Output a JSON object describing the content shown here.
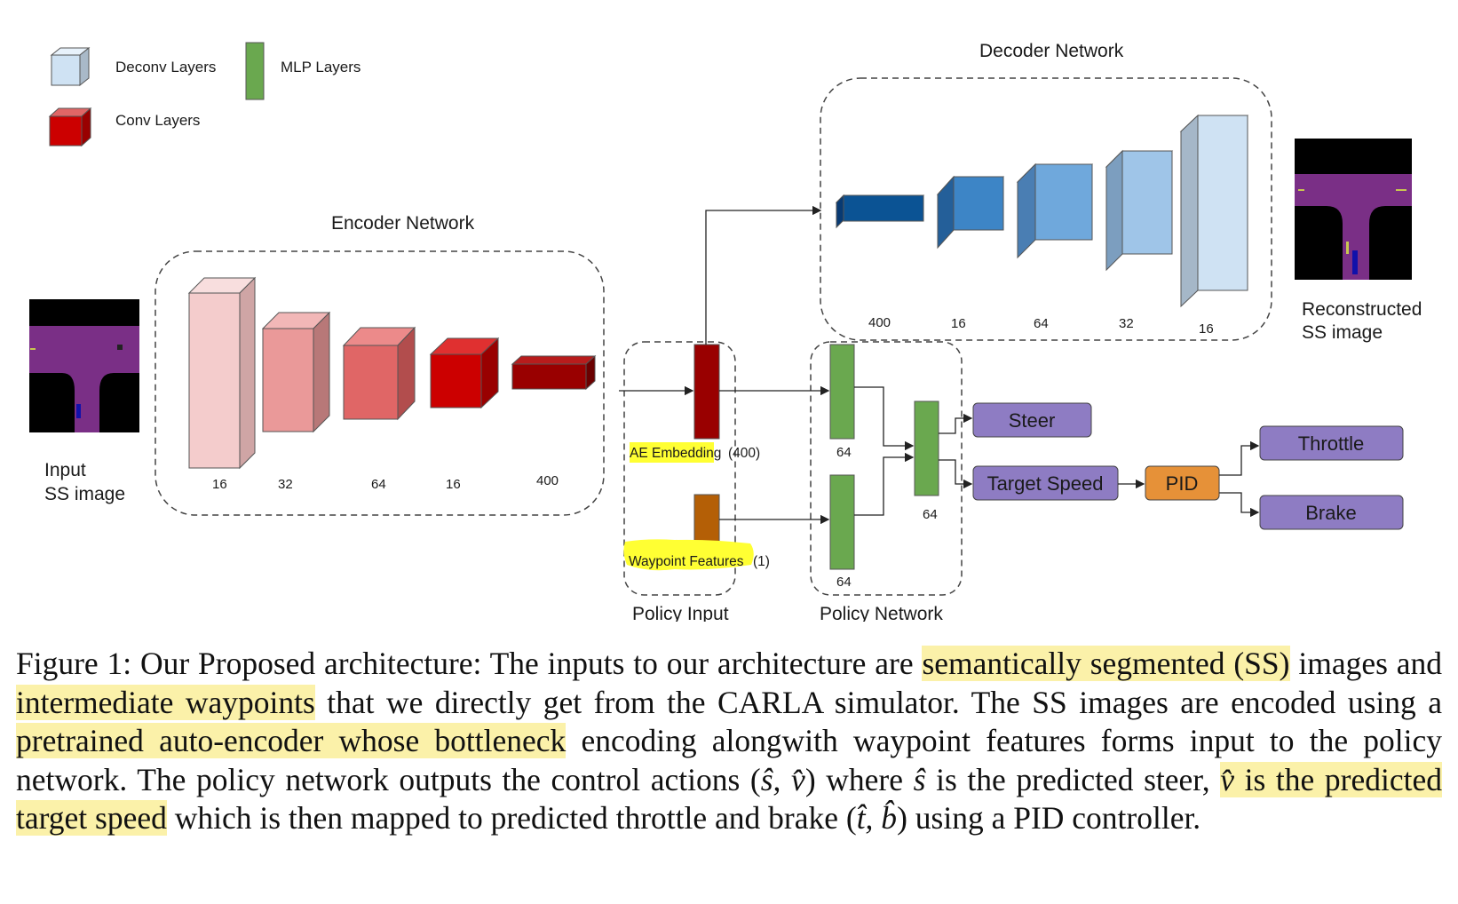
{
  "legend": {
    "deconv": "Deconv Layers",
    "conv": "Conv Layers",
    "mlp": "MLP Layers"
  },
  "encoder": {
    "title": "Encoder Network",
    "sizes": [
      "16",
      "32",
      "64",
      "16",
      "400"
    ]
  },
  "decoder": {
    "title": "Decoder Network",
    "sizes": [
      "400",
      "16",
      "64",
      "32",
      "16"
    ]
  },
  "input_image": {
    "label_line1": "Input",
    "label_line2": "SS image"
  },
  "output_image": {
    "label_line1": "Reconstructed",
    "label_line2": "SS image"
  },
  "policy_input": {
    "title": "Policy Input",
    "ae_label": "AE Embedding",
    "ae_count": "(400)",
    "wp_label": "Waypoint Features",
    "wp_count": "(1)"
  },
  "policy_network": {
    "title": "Policy Network",
    "sizes": [
      "64",
      "64",
      "64"
    ]
  },
  "outputs": {
    "steer": "Steer",
    "target_speed": "Target Speed",
    "pid": "PID",
    "throttle": "Throttle",
    "brake": "Brake"
  },
  "caption": {
    "p1": "Figure 1: Our Proposed architecture: The inputs to our architecture are ",
    "h1": "semantically segmented (SS)",
    "p2": " images and ",
    "h2": "intermediate waypoints",
    "p3": " that we directly get from the CARLA simulator. The SS images are encoded using a ",
    "h3": "pretrained auto-encoder whose bottleneck",
    "p4": " encoding alongwith waypoint features forms input to the policy network. The policy network outputs the control actions (",
    "m1": "ŝ, v̂",
    "p5": ") where ",
    "m2": "ŝ",
    "p6": " is the predicted steer, ",
    "h4a": "v̂",
    "h4b": " is the predicted target speed",
    "p7": " which is then mapped to predicted throttle and brake (",
    "m3": "t̂, b̂",
    "p8": ") using a PID controller."
  },
  "colors": {
    "conv_red": "#cc0000",
    "deconv_blue": "#3d85c6",
    "mlp_green": "#6aa84f",
    "action_purple": "#8e7cc3",
    "pid_orange": "#e69138",
    "highlight": "#fbf1a9",
    "label_highlight": "#ffff33"
  }
}
